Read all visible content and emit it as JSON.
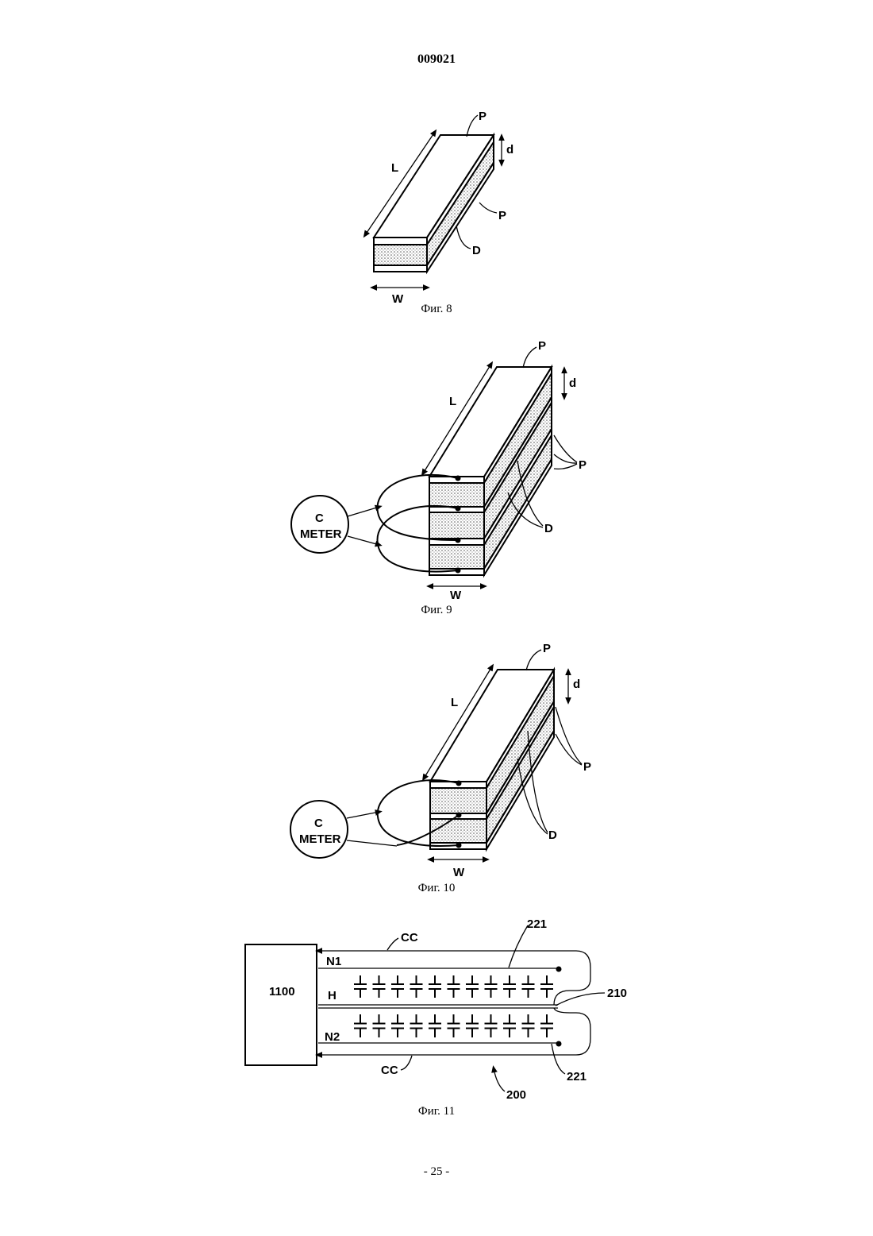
{
  "document": {
    "patent_number": "009021",
    "page_footer": "- 25 -"
  },
  "figures": [
    {
      "id": "fig8",
      "caption": "Фиг. 8",
      "labels": {
        "top_plate": "P",
        "bottom_plate": "P",
        "dielectric": "D",
        "length": "L",
        "width": "W",
        "thickness": "d"
      }
    },
    {
      "id": "fig9",
      "caption": "Фиг. 9",
      "labels": {
        "top_plate": "P",
        "plates": "P",
        "dielectric": "D",
        "length": "L",
        "width": "W",
        "thickness": "d",
        "meter_line1": "C",
        "meter_line2": "METER"
      }
    },
    {
      "id": "fig10",
      "caption": "Фиг. 10",
      "labels": {
        "top_plate": "P",
        "plates": "P",
        "dielectric": "D",
        "length": "L",
        "width": "W",
        "thickness": "d",
        "meter_line1": "C",
        "meter_line2": "METER"
      }
    },
    {
      "id": "fig11",
      "caption": "Фиг. 11",
      "labels": {
        "unit": "1100",
        "cc_top": "CC",
        "cc_bottom": "CC",
        "n1": "N1",
        "h": "H",
        "n2": "N2",
        "ref_221_top": "221",
        "ref_221_bottom": "221",
        "ref_210": "210",
        "ref_200": "200"
      }
    }
  ]
}
